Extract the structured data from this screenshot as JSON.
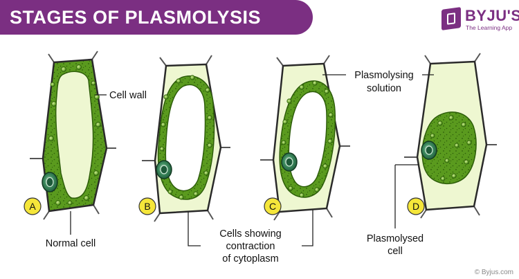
{
  "header": {
    "title": "STAGES OF PLASMOLYSIS",
    "brand_name": "BYJU'S",
    "brand_tagline": "The Learning App",
    "banner_color": "#7b2f82"
  },
  "cells": [
    {
      "badge": "A"
    },
    {
      "badge": "B"
    },
    {
      "badge": "C"
    },
    {
      "badge": "D"
    }
  ],
  "labels": {
    "cell_wall": "Cell wall",
    "plasmolysing_line1": "Plasmolysing",
    "plasmolysing_line2": "solution",
    "normal_cell": "Normal cell",
    "contraction_line1": "Cells showing",
    "contraction_line2": "contraction",
    "contraction_line3": "of cytoplasm",
    "plasmolysed_line1": "Plasmolysed",
    "plasmolysed_line2": "cell"
  },
  "copyright": "© Byjus.com",
  "colors": {
    "cytoplasm": "#5a9a1e",
    "solution": "#eef7d1",
    "badge": "#f5e63a",
    "nucleus": "#2a6e4a"
  }
}
